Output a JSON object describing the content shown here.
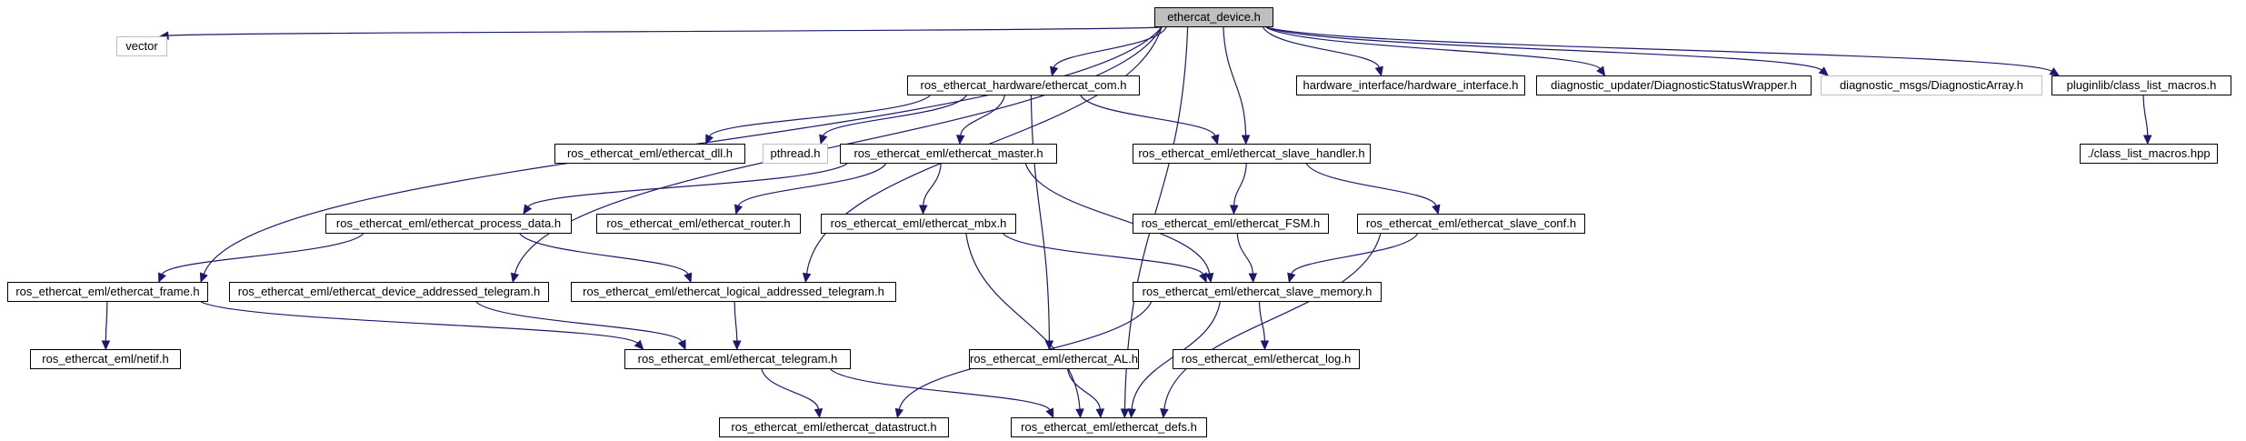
{
  "diagram": {
    "colors": {
      "edge": "#191970",
      "node_border": "#000000",
      "external_border": "#bfbfbf",
      "root_fill": "#bfbfbf",
      "node_fill": "#ffffff"
    },
    "nodes": {
      "ethercat_device": {
        "label": "ethercat_device.h",
        "kind": "root"
      },
      "vector": {
        "label": "vector",
        "kind": "external"
      },
      "hardware_com": {
        "label": "ros_ethercat_hardware/ethercat_com.h",
        "kind": "header"
      },
      "hardware_interface": {
        "label": "hardware_interface/hardware_interface.h",
        "kind": "header"
      },
      "diag_wrapper": {
        "label": "diagnostic_updater/DiagnosticStatusWrapper.h",
        "kind": "header"
      },
      "diag_array": {
        "label": "diagnostic_msgs/DiagnosticArray.h",
        "kind": "external"
      },
      "class_list": {
        "label": "pluginlib/class_list_macros.h",
        "kind": "header"
      },
      "dll": {
        "label": "ros_ethercat_eml/ethercat_dll.h",
        "kind": "header"
      },
      "pthread": {
        "label": "pthread.h",
        "kind": "external"
      },
      "master": {
        "label": "ros_ethercat_eml/ethercat_master.h",
        "kind": "header"
      },
      "slave_handler": {
        "label": "ros_ethercat_eml/ethercat_slave_handler.h",
        "kind": "header"
      },
      "class_list_hpp": {
        "label": "./class_list_macros.hpp",
        "kind": "header"
      },
      "process_data": {
        "label": "ros_ethercat_eml/ethercat_process_data.h",
        "kind": "header"
      },
      "router": {
        "label": "ros_ethercat_eml/ethercat_router.h",
        "kind": "header"
      },
      "mbx": {
        "label": "ros_ethercat_eml/ethercat_mbx.h",
        "kind": "header"
      },
      "fsm": {
        "label": "ros_ethercat_eml/ethercat_FSM.h",
        "kind": "header"
      },
      "slave_conf": {
        "label": "ros_ethercat_eml/ethercat_slave_conf.h",
        "kind": "header"
      },
      "frame": {
        "label": "ros_ethercat_eml/ethercat_frame.h",
        "kind": "header"
      },
      "device_tel": {
        "label": "ros_ethercat_eml/ethercat_device_addressed_telegram.h",
        "kind": "header"
      },
      "logical_tel": {
        "label": "ros_ethercat_eml/ethercat_logical_addressed_telegram.h",
        "kind": "header"
      },
      "slave_memory": {
        "label": "ros_ethercat_eml/ethercat_slave_memory.h",
        "kind": "header"
      },
      "netif": {
        "label": "ros_ethercat_eml/netif.h",
        "kind": "header"
      },
      "telegram": {
        "label": "ros_ethercat_eml/ethercat_telegram.h",
        "kind": "header"
      },
      "al": {
        "label": "ros_ethercat_eml/ethercat_AL.h",
        "kind": "header"
      },
      "log": {
        "label": "ros_ethercat_eml/ethercat_log.h",
        "kind": "header"
      },
      "datastruct": {
        "label": "ros_ethercat_eml/ethercat_datastruct.h",
        "kind": "header"
      },
      "defs": {
        "label": "ros_ethercat_eml/ethercat_defs.h",
        "kind": "header"
      }
    },
    "edges": [
      [
        "ethercat_device",
        "vector"
      ],
      [
        "ethercat_device",
        "hardware_com"
      ],
      [
        "ethercat_device",
        "hardware_interface"
      ],
      [
        "ethercat_device",
        "diag_wrapper"
      ],
      [
        "ethercat_device",
        "diag_array"
      ],
      [
        "ethercat_device",
        "class_list"
      ],
      [
        "ethercat_device",
        "slave_handler"
      ],
      [
        "ethercat_device",
        "frame"
      ],
      [
        "ethercat_device",
        "device_tel"
      ],
      [
        "ethercat_device",
        "logical_tel"
      ],
      [
        "ethercat_device",
        "defs"
      ],
      [
        "hardware_com",
        "dll"
      ],
      [
        "hardware_com",
        "pthread"
      ],
      [
        "hardware_com",
        "master"
      ],
      [
        "hardware_com",
        "slave_handler"
      ],
      [
        "hardware_com",
        "al"
      ],
      [
        "class_list",
        "class_list_hpp"
      ],
      [
        "master",
        "process_data"
      ],
      [
        "master",
        "router"
      ],
      [
        "master",
        "mbx"
      ],
      [
        "master",
        "slave_memory"
      ],
      [
        "slave_handler",
        "fsm"
      ],
      [
        "slave_handler",
        "slave_conf"
      ],
      [
        "process_data",
        "frame"
      ],
      [
        "process_data",
        "logical_tel"
      ],
      [
        "mbx",
        "slave_memory"
      ],
      [
        "mbx",
        "defs"
      ],
      [
        "fsm",
        "slave_memory"
      ],
      [
        "slave_conf",
        "slave_memory"
      ],
      [
        "slave_conf",
        "defs"
      ],
      [
        "frame",
        "netif"
      ],
      [
        "frame",
        "telegram"
      ],
      [
        "device_tel",
        "telegram"
      ],
      [
        "logical_tel",
        "telegram"
      ],
      [
        "slave_memory",
        "log"
      ],
      [
        "slave_memory",
        "datastruct"
      ],
      [
        "slave_memory",
        "defs"
      ],
      [
        "telegram",
        "datastruct"
      ],
      [
        "telegram",
        "defs"
      ],
      [
        "al",
        "defs"
      ]
    ]
  }
}
